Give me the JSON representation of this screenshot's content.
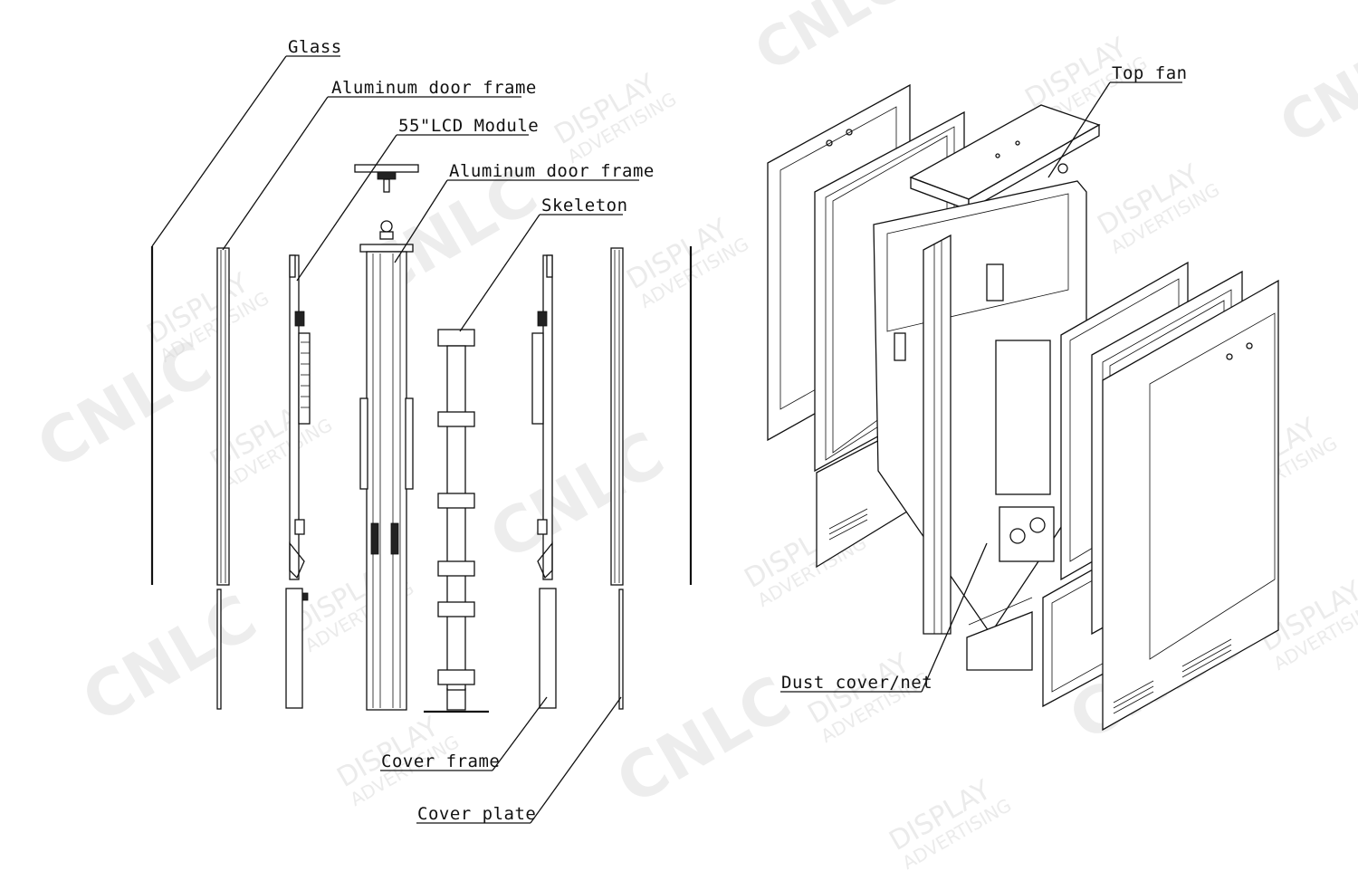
{
  "labels": {
    "glass": "Glass",
    "aluminum_door_frame_1": "Aluminum door frame",
    "lcd_module": "55\"LCD Module",
    "aluminum_door_frame_2": "Aluminum door frame",
    "skeleton": "Skeleton",
    "cover_frame": "Cover frame",
    "cover_plate": "Cover plate",
    "top_fan": "Top fan",
    "dust_cover": "Dust cover/net"
  },
  "watermark": {
    "logo": "CNLC",
    "line1": "DISPLAY",
    "line2": "ADVERTISING"
  }
}
